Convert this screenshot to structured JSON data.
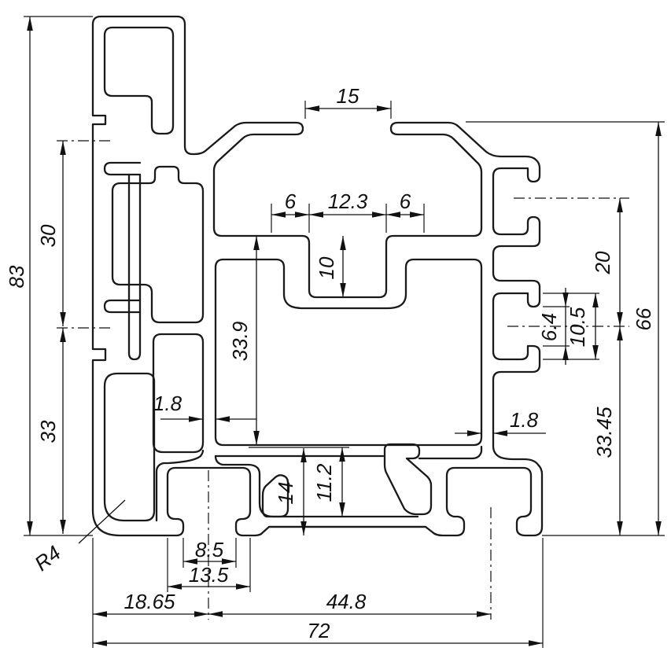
{
  "drawing": {
    "type": "technical-cross-section",
    "subject": "aluminum extrusion profile",
    "background_color": "#ffffff",
    "line_color": "#1a1a1a",
    "dims": {
      "overall_height_left": "83",
      "upper_left_span": "30",
      "lower_left_span": "33",
      "top_opening": "15",
      "top_slot_wall_left": "6",
      "top_slot_width": "12.3",
      "top_slot_wall_right": "6",
      "top_slot_depth": "10",
      "mid_vertical_span": "33.9",
      "web_thickness_left": "1.8",
      "web_thickness_right": "1.8",
      "foot_height_outer": "14",
      "foot_height_inner": "11.2",
      "bottom_slot_width": "8.5",
      "bottom_cavity_width": "13.5",
      "bottom_left_span": "18.65",
      "bottom_mid_span": "44.8",
      "overall_width": "72",
      "right_height": "66",
      "tslot_pitch": "20",
      "tslot_mouth": "6.4",
      "tslot_height": "10.5",
      "right_lower_span": "33.45",
      "corner_radius": "R4"
    }
  }
}
